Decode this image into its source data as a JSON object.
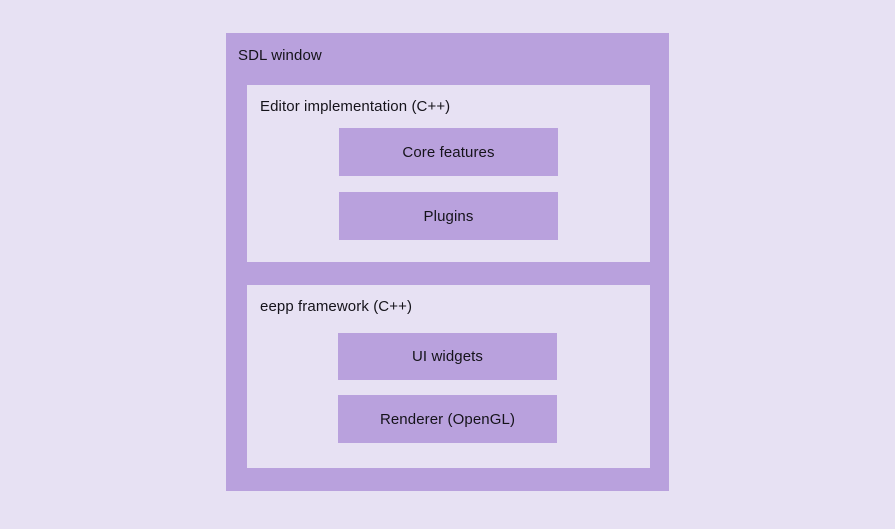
{
  "diagram": {
    "title": "SDL window",
    "colors": {
      "page_background": "#e7e1f3",
      "container_fill": "#b9a1dd",
      "panel_fill": "#e7e1f3",
      "leaf_fill": "#b9a1dd",
      "text": "#15131a"
    },
    "outer_container": {
      "label": "SDL window"
    },
    "panels": [
      {
        "label": "Editor implementation (C++)",
        "boxes": [
          {
            "label": "Core features"
          },
          {
            "label": "Plugins"
          }
        ]
      },
      {
        "label": "eepp framework (C++)",
        "boxes": [
          {
            "label": "UI widgets"
          },
          {
            "label": "Renderer (OpenGL)"
          }
        ]
      }
    ]
  }
}
